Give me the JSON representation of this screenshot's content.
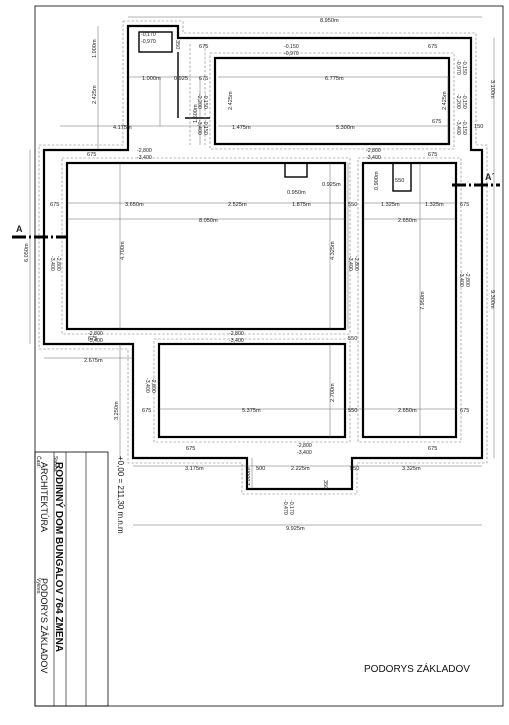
{
  "title_block": {
    "stavba_label": "Stavba",
    "stavba_value": "RODINNÝ DOM BUNGALOV 764 ZMENA",
    "cast_label": "Časť:",
    "cast_value": "ARCHITEKTÚRA",
    "vykres_label": "Výkres:",
    "vykres_value": "PODORYS ZÁKLADOV"
  },
  "elevation_note": "+0,00 = 211,30 m.n.m",
  "drawing_title": "PODORYS ZÁKLADOV",
  "section": {
    "start": "A",
    "end": "A´"
  },
  "dims": {
    "top_overall": "8.950m",
    "bottom_overall": "9.925m",
    "right_upper": "3.100m",
    "right_total": "9.300m",
    "left_total": "6.050m",
    "left_lower": "3.250m",
    "left_upper_1": "1.000m",
    "left_upper_2": "2.425m",
    "w_1000": "1.000m",
    "w_0925": "0.925",
    "w_6775": "6.775m",
    "v_2425a": "2.425m",
    "v_2425b": "2.425m",
    "v_1500": "1.500m",
    "w_4175": "4.175m",
    "w_1475": "1.475m",
    "w_5300": "5.300m",
    "w_3650": "3.650m",
    "w_2525": "2.525m",
    "w_1875": "1.875m",
    "w_8050": "8.050m",
    "w_0925b": "0.925m",
    "w_0950": "0.950m",
    "w_1325a": "1.325m",
    "w_1325b": "1.325m",
    "w_2650a": "2.650m",
    "v_0900": "0.900m",
    "v_4700": "4.700m",
    "v_4325": "4.325m",
    "v_7950": "7.950m",
    "w_2675": "2.675m",
    "w_5375": "5.375m",
    "v_2700": "2.700m",
    "w_2650b": "2.650m",
    "w_3175": "3.175m",
    "w_2225": "2.225m",
    "w_3325": "3.325m",
    "v_1000b": "1.000m",
    "n675": "675",
    "n550": "550",
    "n350": "350",
    "n150": "150",
    "n500": "500"
  },
  "levels": {
    "l_0170": "-0,170",
    "l_0970": "-0,970",
    "l_0150": "-0,150",
    "l_0970b": "-0,970",
    "l_2200": "-2,200",
    "l_3400": "-3,400",
    "l_2800": "-2,800",
    "l_0170b": "-0,170",
    "l_0470": "-0,470"
  }
}
